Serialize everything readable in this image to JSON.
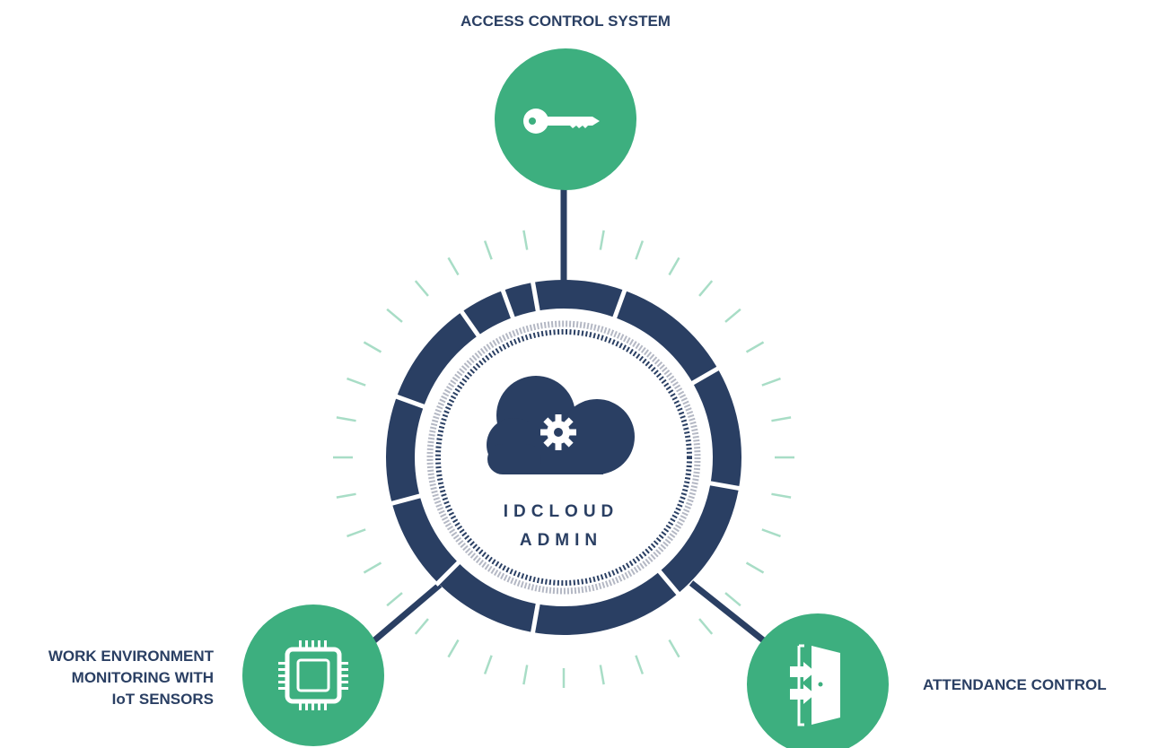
{
  "hub": {
    "line1": "IDCLOUD",
    "line2": "ADMIN",
    "icon": "cloud-gear-icon"
  },
  "nodes": [
    {
      "id": "access",
      "label": "ACCESS CONTROL SYSTEM",
      "icon": "key-icon"
    },
    {
      "id": "iot",
      "label_lines": [
        "WORK ENVIRONMENT",
        "MONITORING WITH",
        "IoT SENSORS"
      ],
      "icon": "chip-icon"
    },
    {
      "id": "attendance",
      "label": "ATTENDANCE CONTROL",
      "icon": "door-entry-exit-icon"
    }
  ],
  "colors": {
    "navy": "#2a3f63",
    "green": "#3daf7f",
    "tick": "#a8ddc6",
    "gray_ring": "#b4b8c4"
  }
}
